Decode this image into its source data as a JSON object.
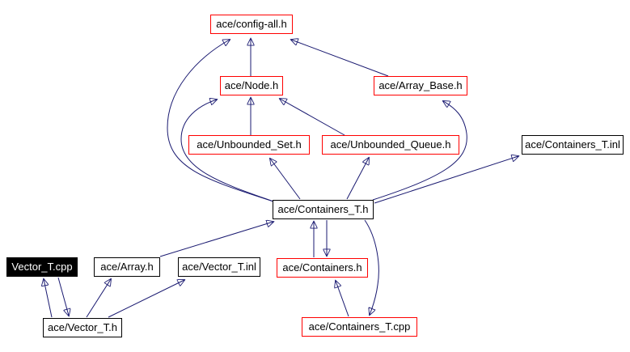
{
  "diagram": {
    "kind": "include-dependency-graph",
    "background_color": "#ffffff",
    "edge_color": "#191970",
    "highlight_border_color": "#ff0000",
    "normal_border_color": "#000000",
    "current_node_fill": "#000000",
    "nodes": [
      {
        "id": "config-all",
        "label": "ace/config-all.h",
        "style": "red"
      },
      {
        "id": "node-h",
        "label": "ace/Node.h",
        "style": "red"
      },
      {
        "id": "array-base",
        "label": "ace/Array_Base.h",
        "style": "red"
      },
      {
        "id": "unbounded-set",
        "label": "ace/Unbounded_Set.h",
        "style": "red"
      },
      {
        "id": "unbounded-queue",
        "label": "ace/Unbounded_Queue.h",
        "style": "red"
      },
      {
        "id": "containers-t-inl",
        "label": "ace/Containers_T.inl",
        "style": "black"
      },
      {
        "id": "containers-t-h",
        "label": "ace/Containers_T.h",
        "style": "black"
      },
      {
        "id": "vector-t-cpp",
        "label": "Vector_T.cpp",
        "style": "current"
      },
      {
        "id": "array-h",
        "label": "ace/Array.h",
        "style": "black"
      },
      {
        "id": "vector-t-inl",
        "label": "ace/Vector_T.inl",
        "style": "black"
      },
      {
        "id": "containers-h",
        "label": "ace/Containers.h",
        "style": "red"
      },
      {
        "id": "vector-t-h",
        "label": "ace/Vector_T.h",
        "style": "black"
      },
      {
        "id": "containers-t-cpp",
        "label": "ace/Containers_T.cpp",
        "style": "red"
      }
    ],
    "edges": [
      {
        "from": "node-h",
        "to": "config-all"
      },
      {
        "from": "array-base",
        "to": "config-all"
      },
      {
        "from": "containers-t-h",
        "to": "config-all"
      },
      {
        "from": "containers-t-h",
        "to": "node-h"
      },
      {
        "from": "unbounded-set",
        "to": "node-h"
      },
      {
        "from": "unbounded-queue",
        "to": "node-h"
      },
      {
        "from": "containers-t-h",
        "to": "unbounded-set"
      },
      {
        "from": "containers-t-h",
        "to": "unbounded-queue"
      },
      {
        "from": "containers-t-h",
        "to": "array-base"
      },
      {
        "from": "containers-t-h",
        "to": "containers-t-inl"
      },
      {
        "from": "containers-h",
        "to": "containers-t-h"
      },
      {
        "from": "containers-t-h",
        "to": "containers-h"
      },
      {
        "from": "containers-t-h",
        "to": "containers-t-cpp"
      },
      {
        "from": "containers-t-cpp",
        "to": "containers-h"
      },
      {
        "from": "vector-t-h",
        "to": "vector-t-cpp"
      },
      {
        "from": "vector-t-cpp",
        "to": "vector-t-h"
      },
      {
        "from": "vector-t-h",
        "to": "array-h"
      },
      {
        "from": "vector-t-h",
        "to": "vector-t-inl"
      },
      {
        "from": "array-h",
        "to": "containers-t-h"
      }
    ]
  }
}
